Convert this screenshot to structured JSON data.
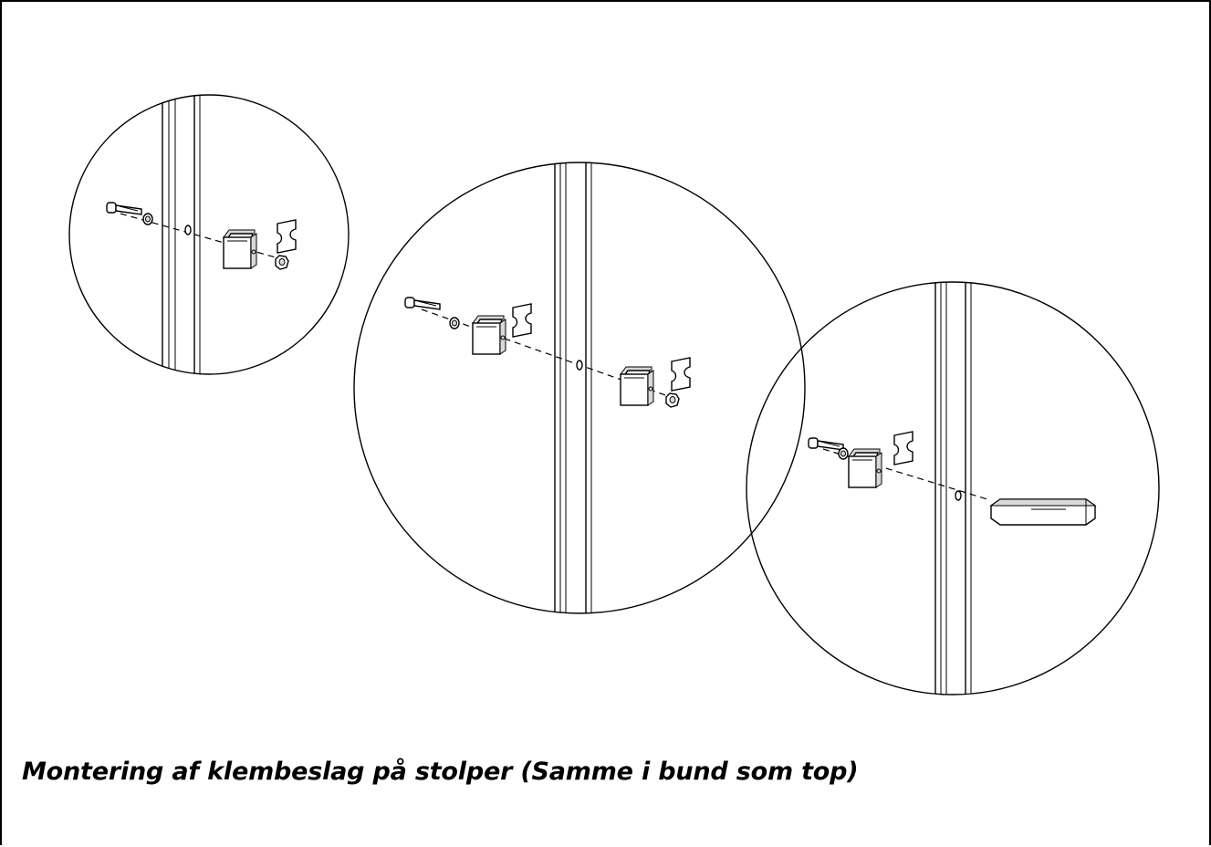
{
  "caption": "Montering af klembeslag på stolper (Samme i bund som top)",
  "details": [
    {
      "name": "detail-1",
      "parts": [
        "bolt",
        "washer",
        "post-hole",
        "clamp",
        "shim",
        "nut"
      ]
    },
    {
      "name": "detail-2",
      "parts": [
        "bolt",
        "washer",
        "clamp",
        "shim",
        "post-hole",
        "clamp",
        "shim",
        "nut"
      ]
    },
    {
      "name": "detail-3",
      "parts": [
        "bolt",
        "washer",
        "clamp",
        "shim",
        "post-hole",
        "rail-end"
      ]
    }
  ]
}
